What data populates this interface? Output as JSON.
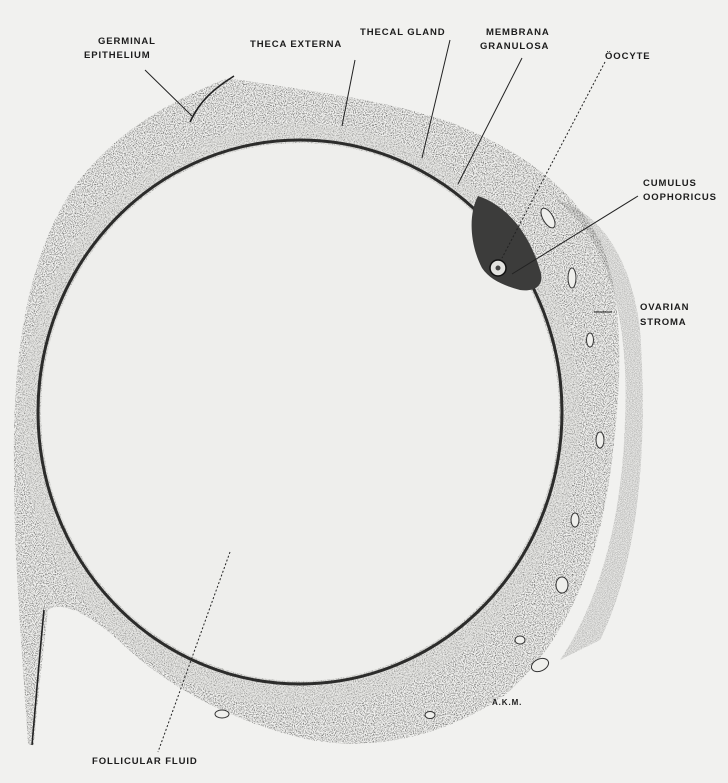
{
  "labels": {
    "germinal_epithelium": [
      "GERMINAL",
      "EPITHELIUM"
    ],
    "theca_externa": "THECA EXTERNA",
    "thecal_gland": "THECAL GLAND",
    "membrana_granulosa": [
      "MEMBRANA",
      "GRANULOSA"
    ],
    "oocyte": "ÖOCYTE",
    "cumulus_oophoricus": [
      "CUMULUS",
      "OOPHORICUS"
    ],
    "ovarian_stroma": [
      "OVARIAN",
      "STROMA"
    ],
    "follicular_fluid": "FOLLICULAR FLUID"
  },
  "signature": "A.K.M."
}
